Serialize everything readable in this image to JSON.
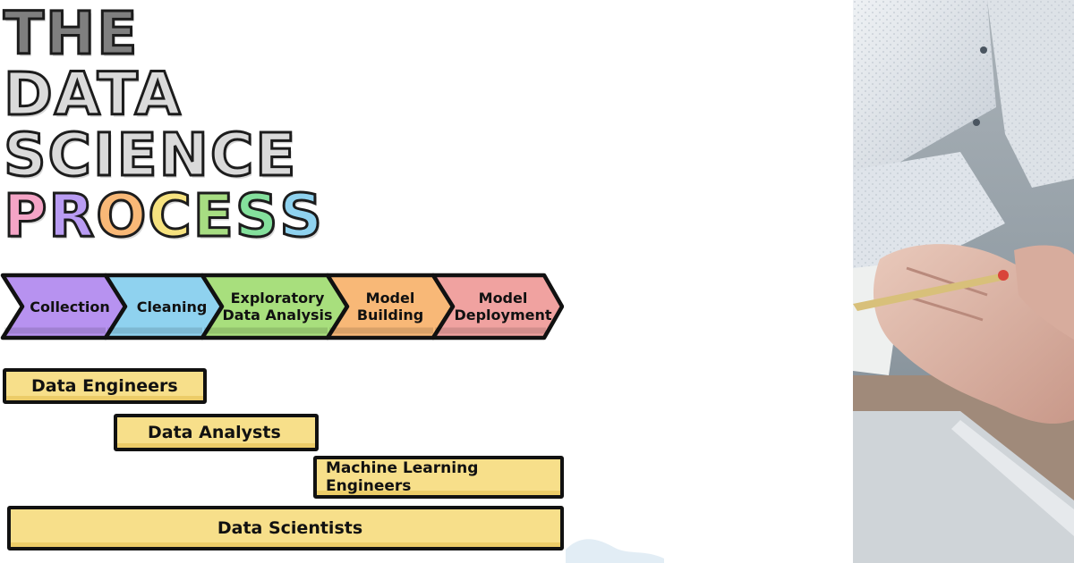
{
  "title": {
    "line1": "THE",
    "line2": "DATA",
    "line3": "SCIENCE",
    "line4": "PROCESS"
  },
  "stages": [
    {
      "line1": "Collection",
      "line2": "",
      "color": "#b792f0"
    },
    {
      "line1": "Cleaning",
      "line2": "",
      "color": "#8fd2ef"
    },
    {
      "line1": "Exploratory",
      "line2": "Data Analysis",
      "color": "#a8df7d"
    },
    {
      "line1": "Model",
      "line2": "Building",
      "color": "#f8b877"
    },
    {
      "line1": "Model",
      "line2": "Deployment",
      "color": "#f0a2a0"
    }
  ],
  "roles": {
    "engineers": "Data Engineers",
    "analysts": "Data Analysts",
    "ml_engineers": "Machine Learning Engineers",
    "scientists": "Data Scientists"
  },
  "process_letter_colors": [
    "#f4a4c6",
    "#b99cf3",
    "#f8b877",
    "#f6e27f",
    "#a7dd82",
    "#84e09c",
    "#8fd2ef",
    "#c39ef2"
  ],
  "photo": {
    "icon": "photo-hands-writing"
  }
}
